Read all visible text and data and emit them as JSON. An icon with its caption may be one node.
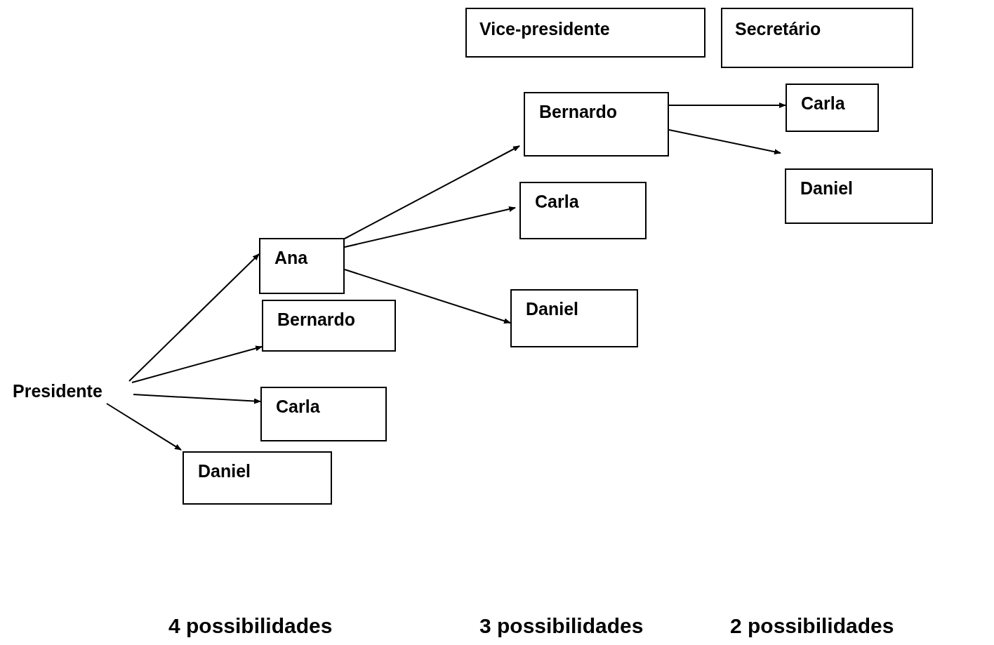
{
  "diagram": {
    "nodes": [
      {
        "text": [
          "Presidente"
        ]
      },
      {
        "text": [
          "Ana"
        ]
      },
      {
        "text": [
          "Bernardo"
        ]
      },
      {
        "text": [
          "Carla"
        ]
      },
      {
        "text": [
          "Daniel"
        ]
      },
      {
        "text": [
          "Bernardo"
        ]
      },
      {
        "text": [
          "Carla"
        ]
      },
      {
        "text": [
          "Daniel"
        ]
      },
      {
        "text": [
          "Carla"
        ]
      },
      {
        "text": [
          "Daniel"
        ]
      },
      {
        "text": [
          "Vice-presidente"
        ]
      },
      {
        "text": [
          "Secretário"
        ]
      }
    ],
    "edges": [
      {
        "from": 0,
        "to": 1,
        "arrow": "to"
      },
      {
        "from": 0,
        "to": 2,
        "arrow": "to"
      },
      {
        "from": 0,
        "to": 3,
        "arrow": "to"
      },
      {
        "from": 0,
        "to": 4,
        "arrow": "to"
      },
      {
        "from": 1,
        "to": 5,
        "arrow": "to"
      },
      {
        "from": 1,
        "to": 6,
        "arrow": "to"
      },
      {
        "from": 1,
        "to": 7,
        "arrow": "to"
      },
      {
        "from": 5,
        "to": 8,
        "arrow": "to"
      },
      {
        "from": 5,
        "to": 9,
        "arrow": "to"
      }
    ],
    "labels": [
      "4 possibilidades",
      "3 possibilidades",
      "2 possibilidades"
    ]
  }
}
